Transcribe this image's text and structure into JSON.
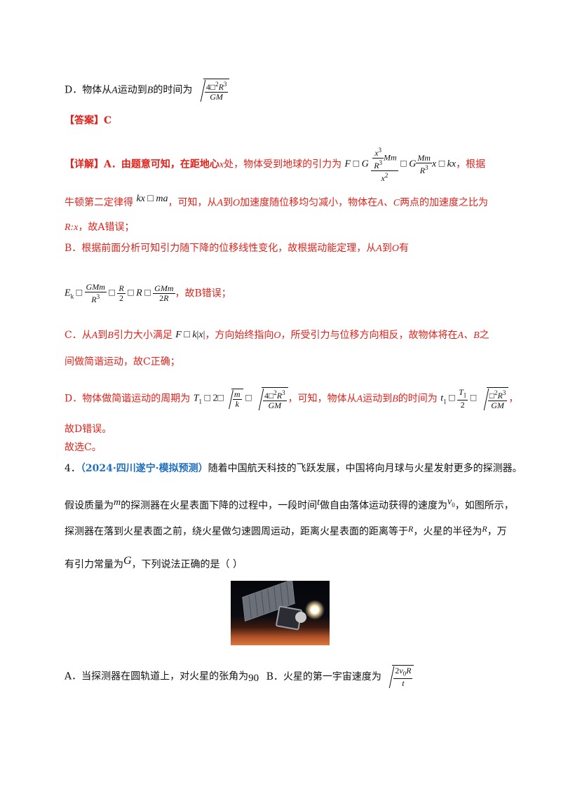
{
  "optionD_prev": {
    "label": "D．物体从",
    "A": "A",
    "mid": "运动到",
    "B": "B",
    "tail": "的时间为",
    "num": "4",
    "pi": "□",
    "R3": "R",
    "den": "GM"
  },
  "answer": {
    "label": "【答案】C"
  },
  "detail": {
    "l1_prefix": "【详解】A．由题意可知，在距地心",
    "l1_x": "x",
    "l1_mid": "处，物体受到地球的引力为",
    "l1_suffix": "，根据",
    "l2_prefix": "牛顿第二定律得",
    "l2_mid": "，可知，从",
    "l2_A": "A",
    "l2_to": "到",
    "l2_O": "O",
    "l2_rest": "加速度随位移均匀减小，物体在",
    "l2_AC": "A、C",
    "l2_end": "两点的加速度之比为",
    "l3": "R:x",
    "l3_end": "，故A错误；",
    "b1": "B．根据前面分析可知引力随下降的位移线性变化，故根据动能定理，从",
    "b1_A": "A",
    "b1_to": "到",
    "b1_O": "O",
    "b1_end": "有",
    "b2_end": "，故B错误；",
    "c1_prefix": "C．从",
    "c1_A": "A",
    "c1_to": "到",
    "c1_B": "B",
    "c1_mid": "引力大小满足",
    "c1_rest": "，方向始终指向",
    "c1_O": "O",
    "c1_rest2": "，所受引力与位移方向相反，故物体将在",
    "c1_AB": "A、B",
    "c1_end": "之",
    "c2": "间做简谐运动，故C正确；",
    "d1_prefix": "D．物体做简谐运动的周期为",
    "d1_mid": "，可知，物体从",
    "d1_A": "A",
    "d1_to": "运动到",
    "d1_B": "B",
    "d1_rest": "的时间为",
    "d2": "故D错误。",
    "final": "故选C。"
  },
  "q4": {
    "number": "4．",
    "source": "（2024·四川遂宁·模拟预测）",
    "l1": "随着中国航天科技的飞跃发展，中国将向月球与火星发射更多的探测器。",
    "l2_a": "假设质量为",
    "l2_m": "m",
    "l2_b": "的探测器在火星表面下降的过程中，一段时间",
    "l2_t": "t",
    "l2_c": "做自由落体运动获得的速度为",
    "l2_v": "v",
    "l2_d": "，如图所示，",
    "l3_a": "探测器在落到火星表面之前，绕火星做匀速圆周运动，距离火星表面的距离等于",
    "l3_R1": "R",
    "l3_b": "，火星的半径为",
    "l3_R2": "R",
    "l3_c": "，万",
    "l4_a": "有引力常量为",
    "l4_G": "G",
    "l4_b": "，下列说法正确的是（    ）",
    "optA_a": "A．当探测器在圆轨道上，对火星的张角为",
    "optA_val": "90",
    "optB_a": "B．火星的第一宇宙速度为"
  }
}
